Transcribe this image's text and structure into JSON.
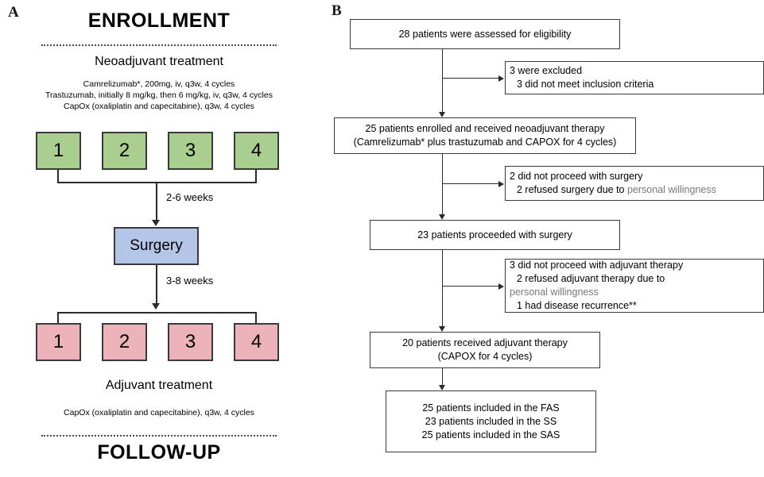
{
  "panels": {
    "a_label": "A",
    "b_label": "B"
  },
  "panel_a": {
    "enrollment_heading": "ENROLLMENT",
    "followup_heading": "FOLLOW-UP",
    "neoadjuvant_title": "Neoadjuvant treatment",
    "adjuvant_title": "Adjuvant treatment",
    "neoadjuvant_regimen": [
      "Camrelizumab*, 200mg, iv, q3w, 4 cycles",
      "Trastuzumab, initially 8 mg/kg, then 6 mg/kg, iv, q3w, 4 cycles",
      "CapOx (oxaliplatin and capecitabine), q3w, 4 cycles"
    ],
    "adjuvant_regimen": [
      "CapOx (oxaliplatin and capecitabine), q3w, 4 cycles"
    ],
    "neoadjuvant_cycles": [
      "1",
      "2",
      "3",
      "4"
    ],
    "adjuvant_cycles": [
      "1",
      "2",
      "3",
      "4"
    ],
    "surgery_label": "Surgery",
    "interval_before_surgery": "2-6 weeks",
    "interval_after_surgery": "3-8 weeks",
    "colors": {
      "neoadjuvant_box": "#a9ce90",
      "adjuvant_box": "#edb3ba",
      "surgery_box": "#b3c6e7",
      "box_border": "#3a3a3a",
      "connector": "#2b2b2b"
    }
  },
  "panel_b": {
    "assessed": {
      "line1": "28 patients were assessed for eligibility"
    },
    "excluded": {
      "line1": "3  were excluded",
      "line2": "3 did not meet inclusion criteria"
    },
    "enrolled": {
      "line1": "25 patients enrolled and received neoadjuvant therapy",
      "line2": "(Camrelizumab* plus trastuzumab and CAPOX for 4 cycles)"
    },
    "no_surgery": {
      "line1": "2 did not proceed with surgery",
      "line2_a": "2 refused surgery due to ",
      "line2_b": "personal willingness"
    },
    "surgery": {
      "line1": "23 patients proceeded with surgery"
    },
    "no_adjuvant": {
      "line1": "3 did not proceed with adjuvant therapy",
      "line2": "2 refused adjuvant therapy due to",
      "line3": "personal willingness",
      "line4": "1 had disease recurrence**"
    },
    "adjuvant": {
      "line1": "20 patients received adjuvant therapy",
      "line2": "(CAPOX for 4 cycles)"
    },
    "analysis": {
      "line1": "25 patients included in the FAS",
      "line2": "23 patients included in the SS",
      "line3": "25 patients included in the SAS"
    }
  }
}
